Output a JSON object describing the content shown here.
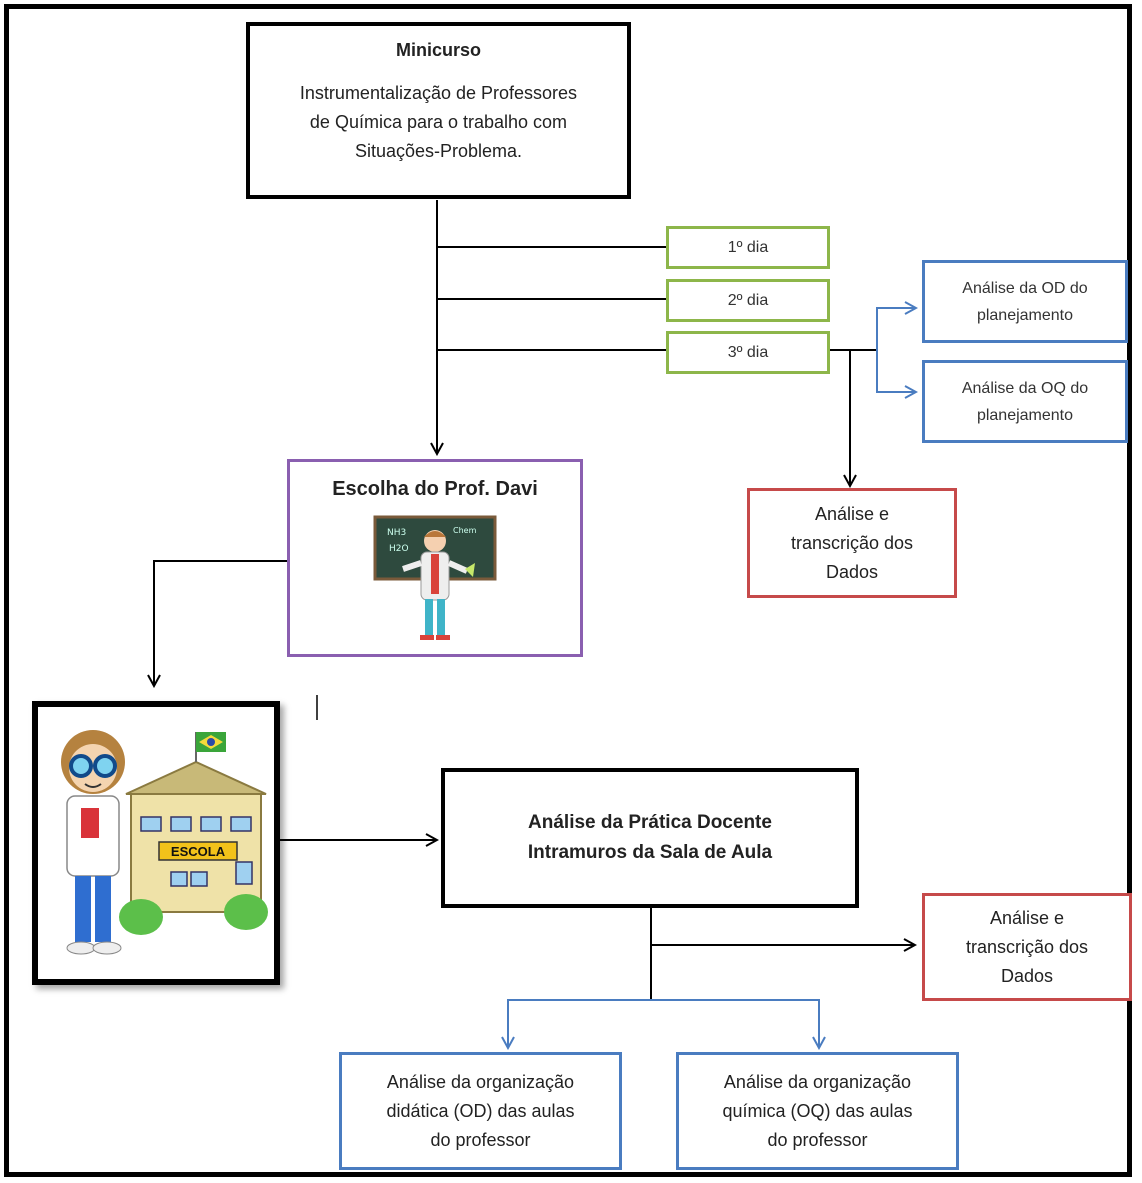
{
  "minicurso": {
    "title": "Minicurso",
    "subtitle": "Instrumentalização de Professores\nde Química para o trabalho com\nSituações-Problema."
  },
  "days": [
    {
      "label": "1º dia"
    },
    {
      "label": "2º dia"
    },
    {
      "label": "3º dia"
    }
  ],
  "day3_analyses": [
    {
      "label": "Análise da OD do\nplanejamento"
    },
    {
      "label": "Análise da OQ do\nplanejamento"
    }
  ],
  "analise_transcricao_1": "Análise e\ntranscrição dos\nDados",
  "escolha": {
    "title": "Escolha do Prof. Davi"
  },
  "escola_sign": "ESCOLA",
  "pratica": "Análise da Prática Docente\nIntramuros da Sala de Aula",
  "analise_transcricao_2": "Análise e\ntranscrição dos\nDados",
  "bottom_analyses": [
    {
      "label": "Análise da organização\ndidática (OD) das aulas\ndo professor"
    },
    {
      "label": "Análise da organização\nquímica (OQ) das aulas\ndo professor"
    }
  ],
  "colors": {
    "green": "#8db64a",
    "blue": "#4a7cc0",
    "red": "#c64a4a",
    "purple": "#8a5fb0",
    "black": "#000000"
  },
  "icons": [
    "scientist-at-chalkboard-illustration",
    "teacher-at-school-illustration",
    "brazil-flag-icon"
  ]
}
